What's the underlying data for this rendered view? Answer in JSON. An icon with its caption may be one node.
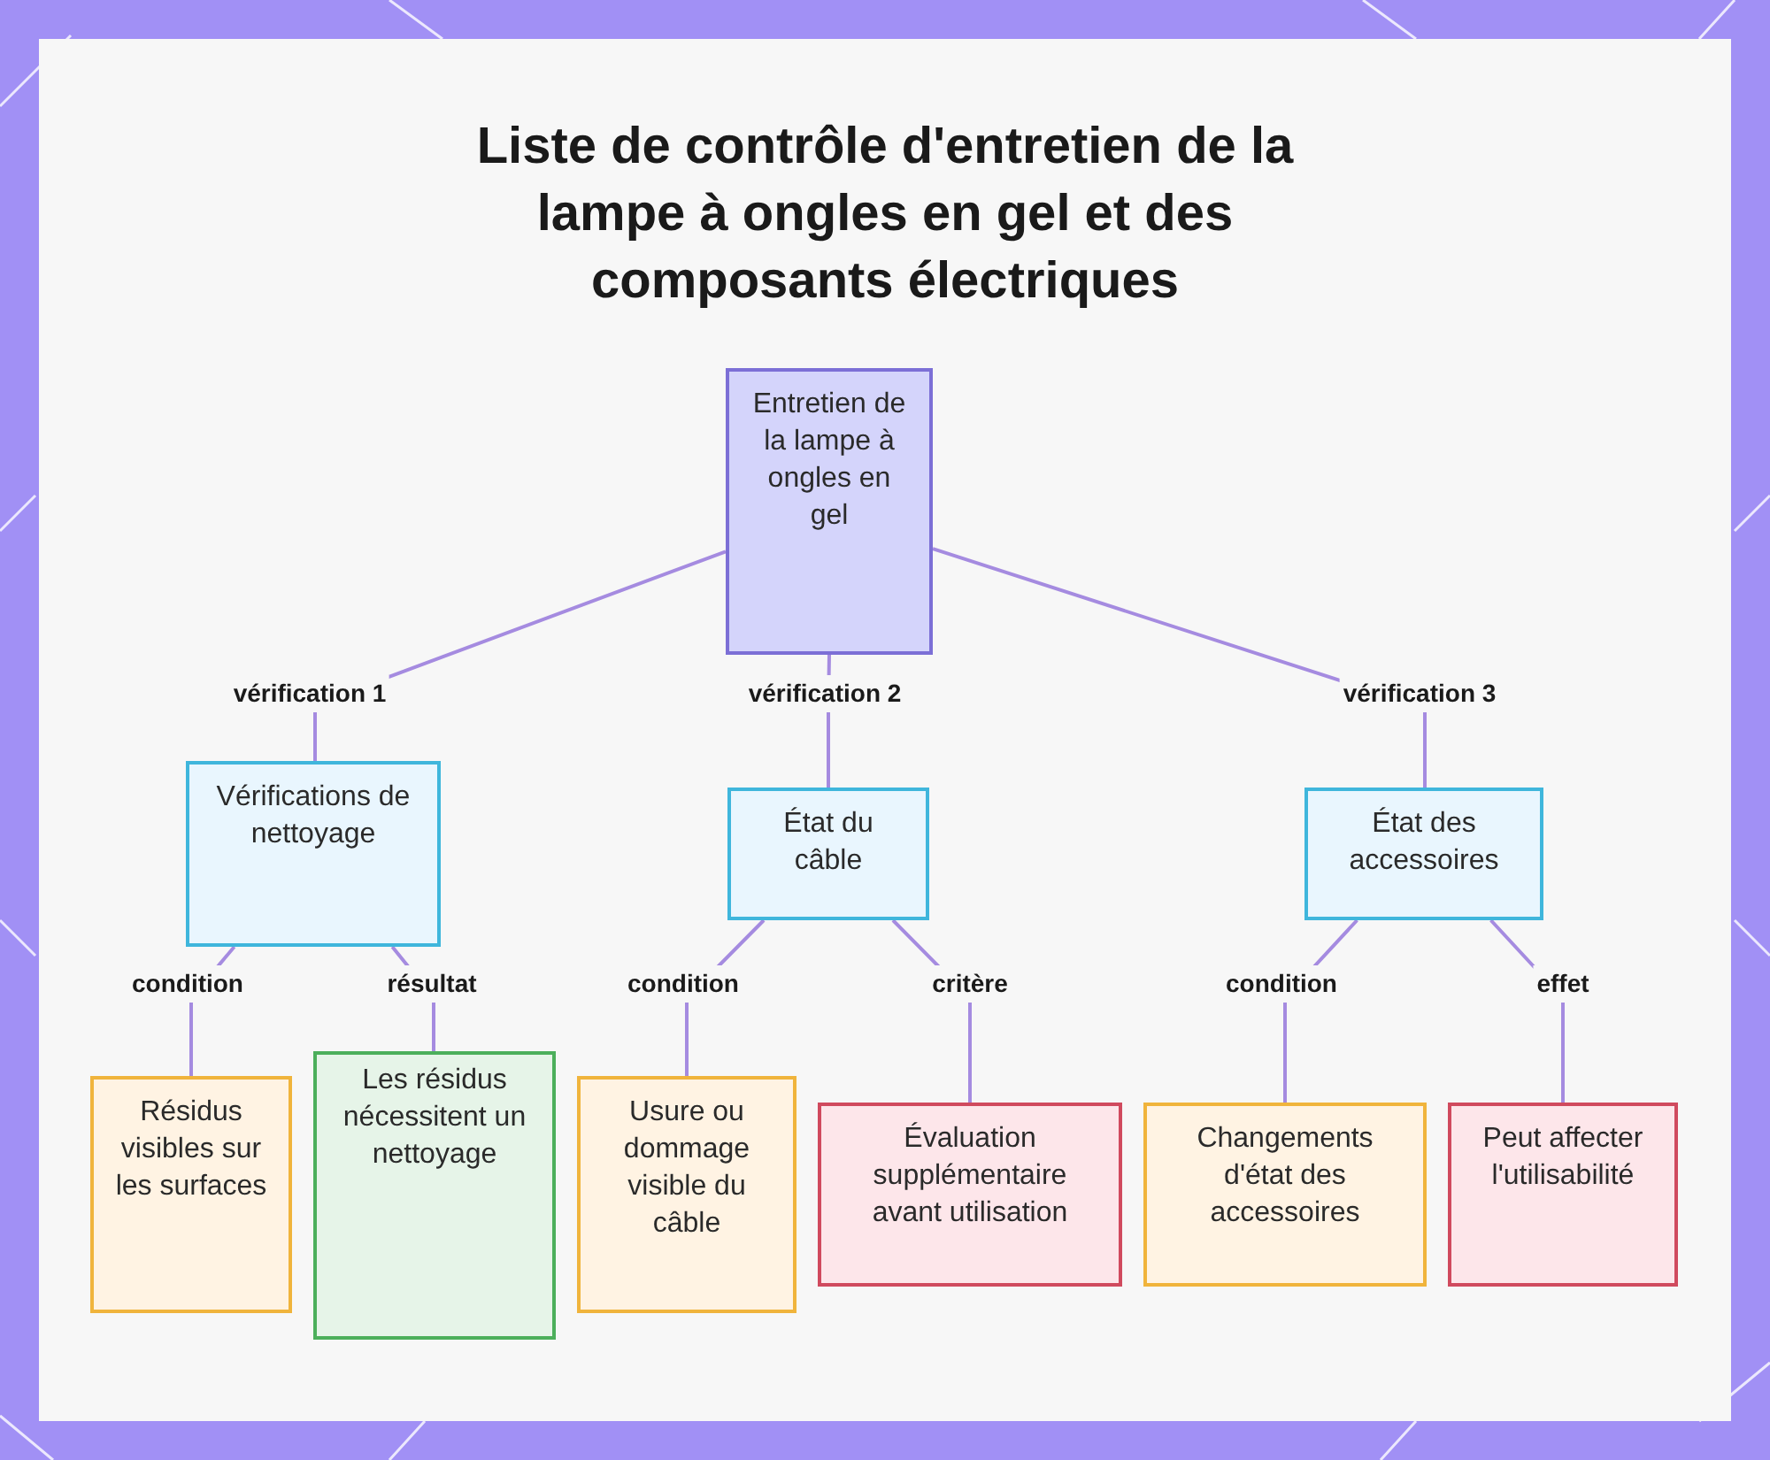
{
  "diagram": {
    "title": "Liste de contrôle d'entretien de la lampe à ongles en gel et des composants électriques",
    "nodes": [
      {
        "text": [
          "Entretien de la lampe à ongles en gel"
        ]
      },
      {
        "text": [
          "Vérifications de nettoyage"
        ]
      },
      {
        "text": [
          "État du câble"
        ]
      },
      {
        "text": [
          "État des accessoires"
        ]
      },
      {
        "text": [
          "Résidus visibles sur les surfaces"
        ]
      },
      {
        "text": [
          "Les résidus nécessitent un nettoyage"
        ]
      },
      {
        "text": [
          "Usure ou dommage visible du câble"
        ]
      },
      {
        "text": [
          "Évaluation supplémentaire avant utilisation"
        ]
      },
      {
        "text": [
          "Changements d'état des accessoires"
        ]
      },
      {
        "text": [
          "Peut affecter l'utilisabilité"
        ]
      }
    ],
    "edges": [
      {
        "from": 0,
        "to": 1,
        "arrow": "none",
        "label": "vérification 1"
      },
      {
        "from": 0,
        "to": 2,
        "arrow": "none",
        "label": "vérification 2"
      },
      {
        "from": 0,
        "to": 3,
        "arrow": "none",
        "label": "vérification 3"
      },
      {
        "from": 1,
        "to": 4,
        "arrow": "none",
        "label": "condition"
      },
      {
        "from": 1,
        "to": 5,
        "arrow": "none",
        "label": "résultat"
      },
      {
        "from": 2,
        "to": 6,
        "arrow": "none",
        "label": "condition"
      },
      {
        "from": 2,
        "to": 7,
        "arrow": "none",
        "label": "critère"
      },
      {
        "from": 3,
        "to": 8,
        "arrow": "none",
        "label": "condition"
      },
      {
        "from": 3,
        "to": 9,
        "arrow": "none",
        "label": "effet"
      }
    ]
  }
}
